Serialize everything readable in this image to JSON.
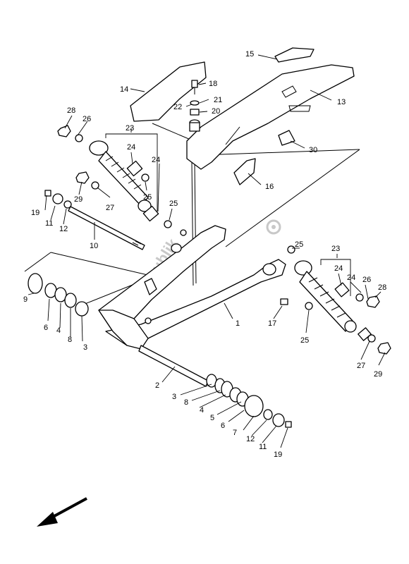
{
  "diagram": {
    "watermark": "PartsRepublik",
    "callouts": {
      "c1": "1",
      "c2": "2",
      "c3a": "3",
      "c3b": "3",
      "c4a": "4",
      "c4b": "4",
      "c5": "5",
      "c6a": "6",
      "c6b": "6",
      "c7": "7",
      "c8a": "8",
      "c8b": "8",
      "c9": "9",
      "c10": "10",
      "c11a": "11",
      "c11b": "11",
      "c12a": "12",
      "c12b": "12",
      "c13": "13",
      "c14": "14",
      "c15": "15",
      "c16": "16",
      "c17": "17",
      "c18": "18",
      "c19a": "19",
      "c19b": "19",
      "c20": "20",
      "c21": "21",
      "c22": "22",
      "c23a": "23",
      "c23b": "23",
      "c24a": "24",
      "c24b": "24",
      "c24c": "24",
      "c24d": "24",
      "c25a": "25",
      "c25b": "25",
      "c25c": "25",
      "c25d": "25",
      "c26a": "26",
      "c26b": "26",
      "c27a": "27",
      "c27b": "27",
      "c28a": "28",
      "c28b": "28",
      "c29a": "29",
      "c29b": "29",
      "c30": "30"
    },
    "direction_arrow": "front-arrow"
  }
}
